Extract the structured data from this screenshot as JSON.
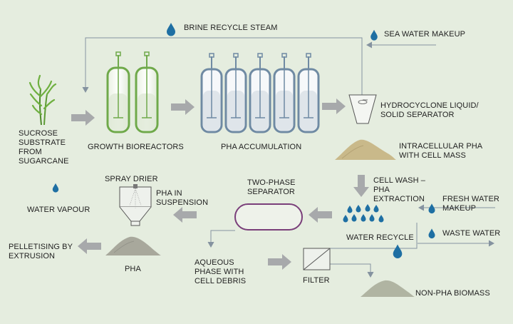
{
  "labels": {
    "brine_recycle": "BRINE RECYCLE STEAM",
    "sea_water_makeup": "SEA WATER MAKEUP",
    "sucrose": "SUCROSE\nSUBSTRATE\nFROM\nSUGARCANE",
    "growth_bioreactors": "GROWTH BIOREACTORS",
    "pha_accumulation": "PHA ACCUMULATION",
    "hydrocyclone": "HYDROCYCLONE LIQUID/\nSOLID SEPARATOR",
    "intracellular_pha": "INTRACELLULAR PHA\nWITH CELL MASS",
    "spray_drier": "SPRAY DRIER",
    "pha_in_suspension": "PHA IN\nSUSPENSION",
    "water_vapour": "WATER VAPOUR",
    "two_phase_separator": "TWO-PHASE\nSEPARATOR",
    "cell_wash": "CELL WASH –\nPHA\nEXTRACTION",
    "fresh_water_makeup": "FRESH WATER\nMAKEUP",
    "water_recycle": "WATER RECYCLE",
    "waste_water": "WASTE WATER",
    "pelletising": "PELLETISING BY\nEXTRUSION",
    "pha": "PHA",
    "aqueous_phase": "AQUEOUS\nPHASE WITH\nCELL DEBRIS",
    "filter": "FILTER",
    "non_pha_biomass": "NON-PHA BIOMASS"
  },
  "colors": {
    "background": "#e5eddf",
    "water_drop": "#1e6fa3",
    "growth_reactor": "#6fa94a",
    "accumulation_reactor": "#6f8aa3",
    "block_arrow": "#a7a9ab",
    "separator_outline": "#7a3f7a",
    "line": "#8593a0",
    "pha_powder": "#a8a89c",
    "cell_mass_powder": "#c9b98a"
  },
  "icons": [
    "water-drop-icon",
    "sugarcane-icon",
    "bioreactor-icon",
    "hydrocyclone-icon",
    "spray-drier-icon",
    "filter-icon",
    "powder-pile-icon"
  ]
}
